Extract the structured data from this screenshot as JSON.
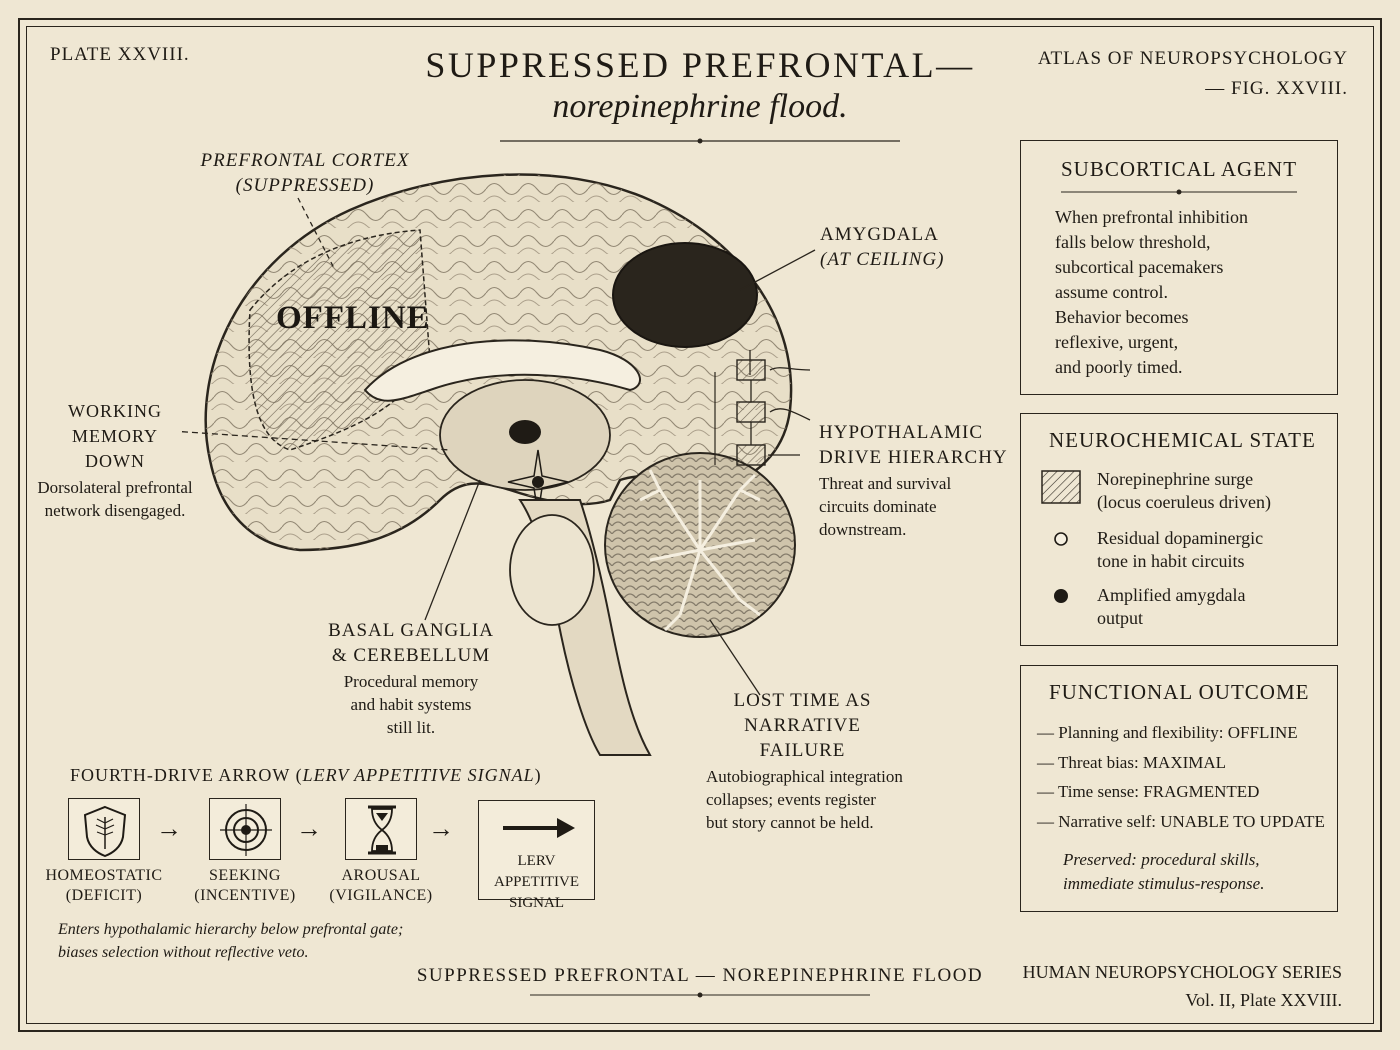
{
  "header": {
    "plate": "PLATE XXVIII.",
    "atlas_line1": "ATLAS OF NEUROPSYCHOLOGY",
    "atlas_line2": "— FIG. XXVIII.",
    "title": "SUPPRESSED PREFRONTAL—",
    "subtitle": "norepinephrine flood."
  },
  "brain_labels": {
    "offline": "OFFLINE",
    "pfc_line1": "PREFRONTAL CORTEX",
    "pfc_line2": "(SUPPRESSED)",
    "amygdala_heading": "AMYGDALA",
    "amygdala_sub": "(AT CEILING)",
    "hypo_heading1": "HYPOTHALAMIC",
    "hypo_heading2": "DRIVE HIERARCHY",
    "hypo_body": [
      "Threat and survival",
      "circuits dominate",
      "downstream."
    ],
    "wm_heading1": "WORKING MEMORY",
    "wm_heading2": "DOWN",
    "wm_body": [
      "Dorsolateral prefrontal",
      "network disengaged."
    ],
    "bg_heading1": "BASAL GANGLIA",
    "bg_heading2": "& CEREBELLUM",
    "bg_body": [
      "Procedural memory",
      "and habit systems",
      "still lit."
    ],
    "lt_heading1": "LOST TIME AS",
    "lt_heading2": "NARRATIVE FAILURE",
    "lt_body": [
      "Autobiographical integration",
      "collapses; events register",
      "but story cannot be held."
    ]
  },
  "subcortical_box": {
    "title": "SUBCORTICAL AGENT",
    "lines": [
      "When prefrontal inhibition",
      "falls below threshold,",
      "subcortical pacemakers",
      "assume control.",
      "Behavior becomes",
      "reflexive, urgent,",
      "and poorly timed."
    ]
  },
  "neurochemical_box": {
    "title": "NEUROCHEMICAL STATE",
    "items": [
      {
        "icon": "hatched-square-icon",
        "line1": "Norepinephrine surge",
        "line2": "(locus coeruleus driven)"
      },
      {
        "icon": "open-circle-icon",
        "line1": "Residual dopaminergic",
        "line2": "tone in habit circuits"
      },
      {
        "icon": "filled-circle-icon",
        "line1": "Amplified amygdala",
        "line2": "output"
      }
    ]
  },
  "outcome_box": {
    "title": "FUNCTIONAL OUTCOME",
    "items": [
      "Planning and flexibility: OFFLINE",
      "Threat bias: MAXIMAL",
      "Time sense: FRAGMENTED",
      "Narrative self: UNABLE TO UPDATE"
    ],
    "preserved_line1": "Preserved: procedural skills,",
    "preserved_line2": "immediate stimulus-response."
  },
  "drive_arrow": {
    "heading": "FOURTH-DRIVE ARROW (",
    "heading_italic": "LERV APPETITIVE SIGNAL",
    "heading_close": ")",
    "steps": [
      {
        "icon": "shield-feather-icon",
        "label1": "HOMEOSTATIC",
        "label2": "(DEFICIT)"
      },
      {
        "icon": "target-icon",
        "label1": "SEEKING",
        "label2": "(INCENTIVE)"
      },
      {
        "icon": "hourglass-icon",
        "label1": "AROUSAL",
        "label2": "(VIGILANCE)"
      }
    ],
    "final_label1": "LERV APPETITIVE",
    "final_label2": "SIGNAL",
    "note_line1": "Enters hypothalamic hierarchy below prefrontal gate;",
    "note_line2": "biases selection without reflective veto."
  },
  "footer": {
    "title": "SUPPRESSED PREFRONTAL — NOREPINEPHRINE FLOOD",
    "series": "HUMAN NEUROPSYCHOLOGY SERIES",
    "volume": "Vol. II, Plate XXVIII."
  },
  "colors": {
    "paper": "#efe7d3",
    "ink": "#1f1b15",
    "hatch": "#8a7f6c"
  }
}
